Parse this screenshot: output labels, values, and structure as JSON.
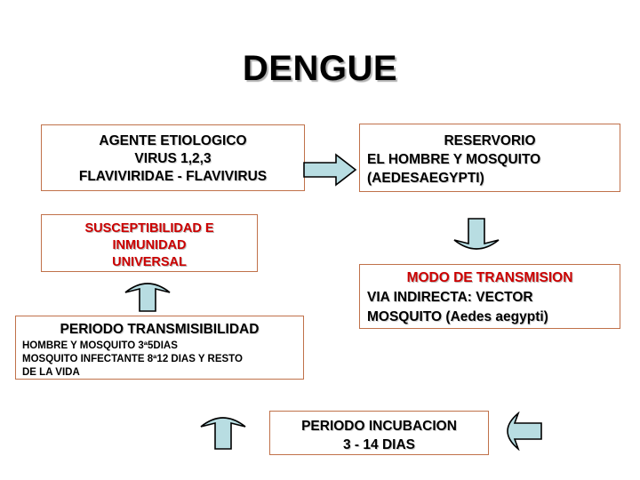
{
  "slide": {
    "title": "DENGUE",
    "background_color": "#ffffff",
    "box_border_color": "#c0714a",
    "red_text_color": "#cc0000",
    "arrow_fill_color": "#b8dde2",
    "arrow_outline_color": "#000000"
  },
  "boxes": {
    "agente": {
      "lines": [
        "AGENTE ETIOLOGICO",
        "VIRUS 1,2,3",
        "FLAVIVIRIDAE - FLAVIVIRUS"
      ]
    },
    "reservorio": {
      "heading": "RESERVORIO",
      "lines": [
        "EL HOMBRE Y MOSQUITO",
        "(AEDESAEGYPTI)"
      ]
    },
    "susceptibilidad": {
      "lines": [
        "SUSCEPTIBILIDAD E",
        "INMUNIDAD",
        "UNIVERSAL"
      ]
    },
    "modo_transmision": {
      "heading": "MODO DE TRANSMISION",
      "lines": [
        "VIA INDIRECTA: VECTOR",
        "MOSQUITO (Aedes aegypti)"
      ]
    },
    "periodo_transmisibilidad": {
      "heading": "PERIODO TRANSMISIBILIDAD",
      "lines": [
        "HOMBRE  Y MOSQUITO 3ª5DIAS",
        "MOSQUITO INFECTANTE 8ª12 DIAS Y RESTO",
        "DE LA VIDA"
      ]
    },
    "periodo_incubacion": {
      "lines": [
        "PERIODO INCUBACION",
        "3 - 14 DIAS"
      ]
    }
  },
  "arrows": [
    {
      "name": "arrow-right-agente-to-reservorio",
      "direction": "right"
    },
    {
      "name": "arrow-down-reservorio-to-modo",
      "direction": "down"
    },
    {
      "name": "arrow-up-to-susceptibilidad",
      "direction": "up"
    },
    {
      "name": "arrow-up-to-periodo-transmisibilidad",
      "direction": "up"
    },
    {
      "name": "arrow-left-modo-to-incubacion",
      "direction": "left"
    }
  ]
}
